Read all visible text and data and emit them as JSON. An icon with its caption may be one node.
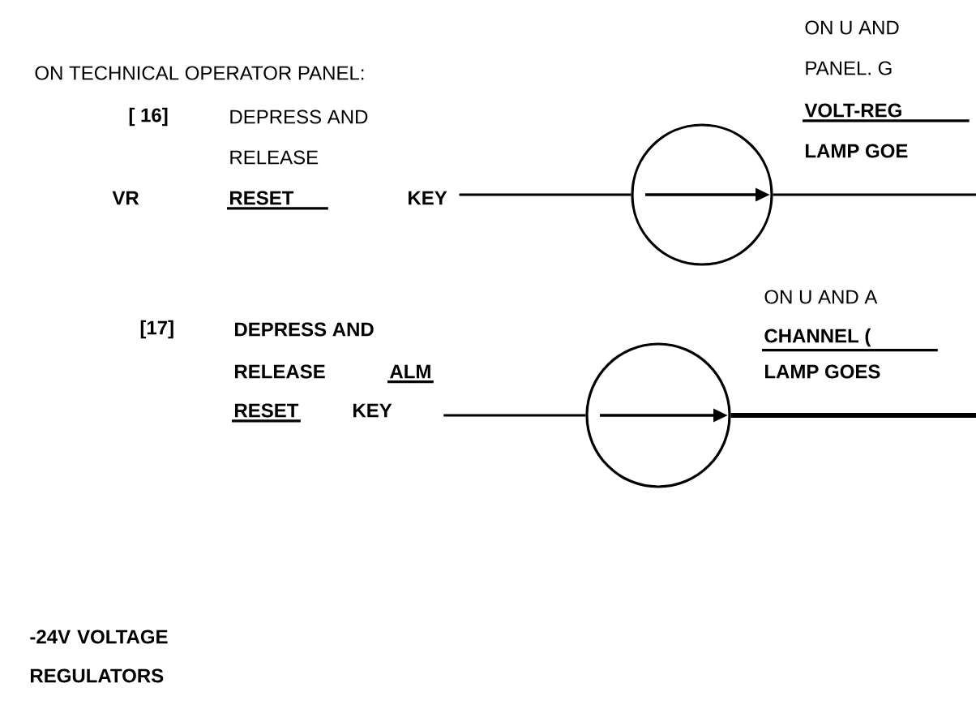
{
  "diagram": {
    "nodes": [
      {
        "text": [
          "[ 16]",
          "DEPRESS AND",
          "RELEASE",
          "VR",
          "RESET",
          "KEY"
        ]
      },
      {
        "text": [],
        "shape": "circle"
      },
      {
        "text": [
          "ON U AND",
          "PANEL. G",
          "VOLT-REG",
          "LAMP GOE"
        ]
      },
      {
        "text": [
          "[17]",
          "DEPRESS AND",
          "RELEASE",
          "ALM",
          "RESET",
          "KEY"
        ]
      },
      {
        "text": [],
        "shape": "circle"
      },
      {
        "text": [
          "ON U AND A",
          "CHANNEL (",
          "LAMP GOES"
        ]
      }
    ],
    "edges": [
      {
        "from": 0,
        "to": 1,
        "arrow": "none"
      },
      {
        "from": 1,
        "to": null,
        "arrow": "none"
      },
      {
        "from": 3,
        "to": 4,
        "arrow": "none"
      },
      {
        "from": 4,
        "to": null,
        "arrow": "none",
        "style": "thick"
      }
    ],
    "labels": [
      "ON TECHNICAL OPERATOR PANEL:",
      "-24V VOLTAGE REGULATORS"
    ]
  }
}
